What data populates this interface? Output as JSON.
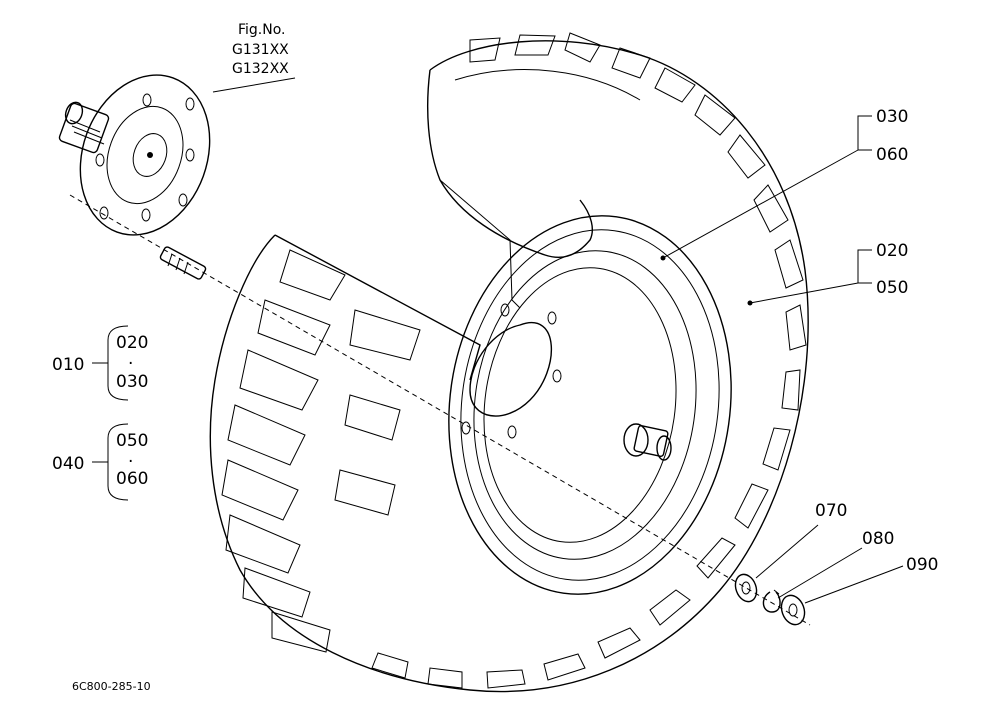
{
  "figure": {
    "fig_no_title": "Fig.No.",
    "fig_no_1": "G131XX",
    "fig_no_2": "G132XX",
    "drawing_id": "6C800-285-10"
  },
  "callouts": {
    "c030": "030",
    "c060": "060",
    "c020": "020",
    "c050": "050",
    "c070": "070",
    "c080": "080",
    "c090": "090"
  },
  "groups": {
    "g010": {
      "label": "010",
      "top": "020",
      "bottom": "030",
      "dot": "·"
    },
    "g040": {
      "label": "040",
      "top": "050",
      "bottom": "060",
      "dot": "·"
    }
  }
}
